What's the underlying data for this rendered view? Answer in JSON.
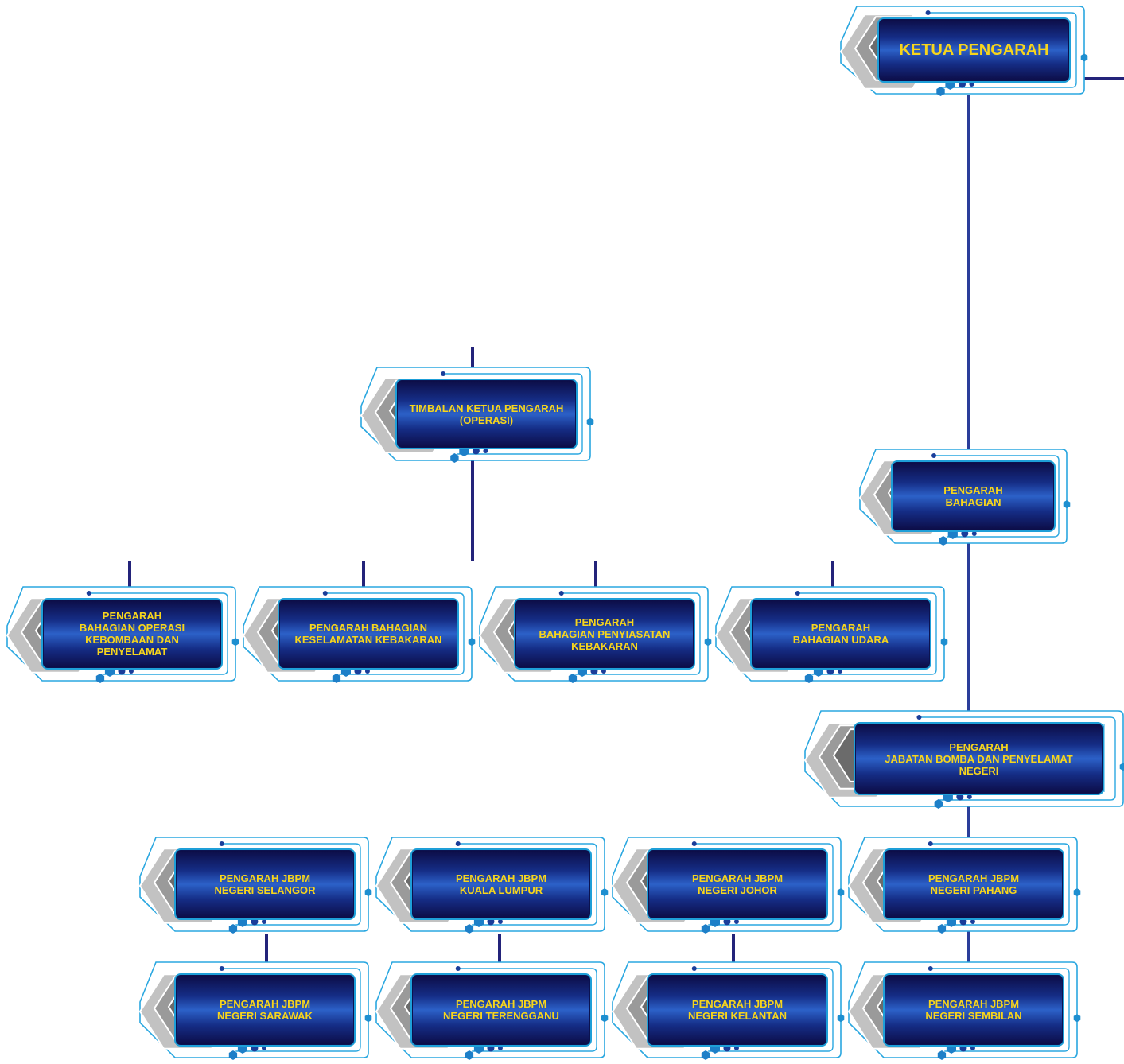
{
  "nodes": {
    "ketua_pengarah": "KETUA PENGARAH",
    "timbalan_operasi": "TIMBALAN KETUA PENGARAH\n(OPERASI)",
    "pengarah_bahagian": "PENGARAH\nBAHAGIAN",
    "bahagian_operasi": "PENGARAH\nBAHAGIAN OPERASI\nKEBOMBAAN DAN\nPENYELAMAT",
    "keselamatan_kebakaran": "PENGARAH BAHAGIAN\nKESELAMATAN KEBAKARAN",
    "penyiasatan_kebakaran": "PENGARAH\nBAHAGIAN PENYIASATAN\nKEBAKARAN",
    "bahagian_udara": "PENGARAH\nBAHAGIAN UDARA",
    "jbpm_negeri": "PENGARAH\nJABATAN BOMBA DAN PENYELAMAT\nNEGERI",
    "selangor": "PENGARAH JBPM\nNEGERI SELANGOR",
    "kuala_lumpur": "PENGARAH JBPM\nKUALA LUMPUR",
    "johor": "PENGARAH JBPM\nNEGERI JOHOR",
    "pahang": "PENGARAH JBPM\nNEGERI PAHANG",
    "sarawak": "PENGARAH JBPM\nNEGERI SARAWAK",
    "terengganu": "PENGARAH JBPM\nNEGERI TERENGGANU",
    "kelantan": "PENGARAH JBPM\nNEGERI KELANTAN",
    "sembilan": "PENGARAH JBPM\nNEGERI SEMBILAN"
  },
  "colors": {
    "connector": "#23237a",
    "connector_light": "#4f7fc8",
    "box_border": "#1e9fd8",
    "label": "#f7d51c",
    "hexagon_dark": "#6b6b6b",
    "hexagon_light": "#c2c2c2",
    "frame_line": "#2aa7e0"
  }
}
